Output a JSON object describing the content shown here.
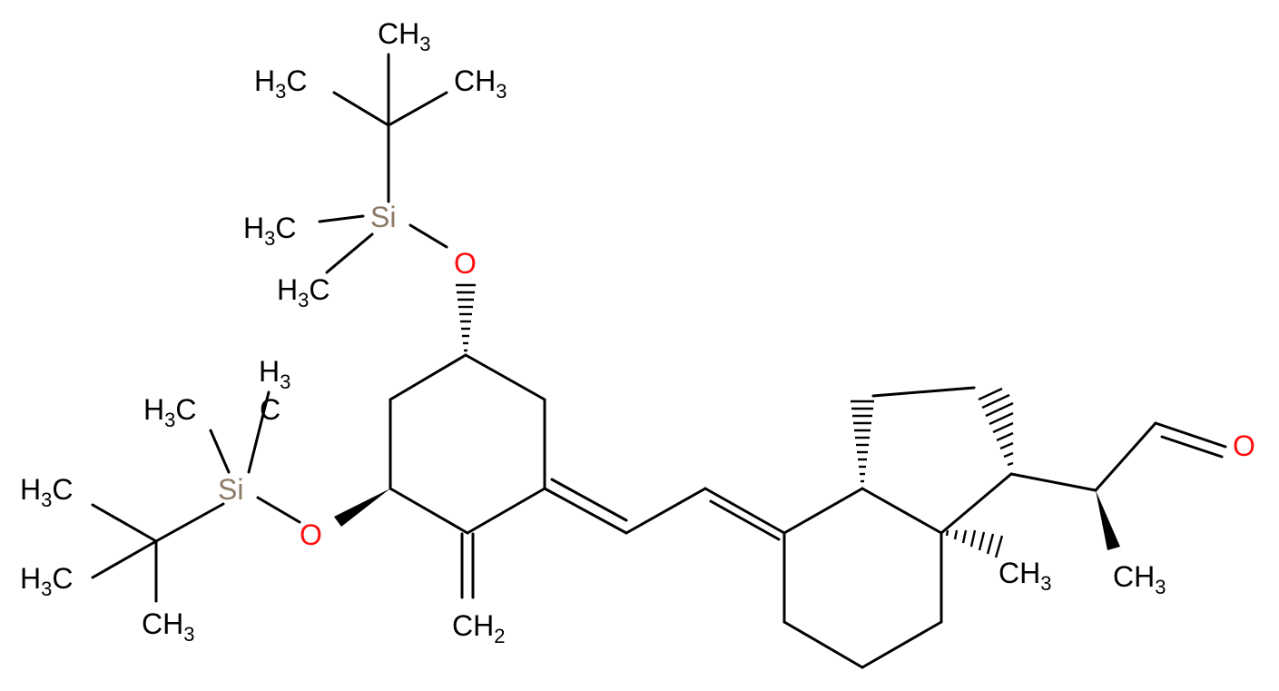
{
  "colors": {
    "bond": "#000000",
    "carbon_label": "#000000",
    "oxygen": "#ff0d0d",
    "silicon": "#8c7a66"
  },
  "atom_labels": {
    "tbs1_ch3_top": {
      "main": "CH",
      "sub": "3"
    },
    "tbs1_h3c_left": {
      "main": "H",
      "sub": "3",
      "tail": "C"
    },
    "tbs1_ch3_right": {
      "main": "CH",
      "sub": "3"
    },
    "si1": {
      "main": "Si"
    },
    "tbs1_si_me_a": {
      "main": "H",
      "sub": "3",
      "tail": "C"
    },
    "tbs1_si_me_b": {
      "main": "H",
      "sub": "3",
      "tail": "C"
    },
    "o1": {
      "main": "O"
    },
    "tbs2_h3_top": {
      "main": "H",
      "sub": "3"
    },
    "tbs2_si_me_a": {
      "main": "H",
      "sub": "3",
      "tail": "C"
    },
    "tbs2_c_top": {
      "main": "C"
    },
    "si2": {
      "main": "Si"
    },
    "tbs2_h3c_a": {
      "main": "H",
      "sub": "3",
      "tail": "C"
    },
    "tbs2_h3c_b": {
      "main": "H",
      "sub": "3",
      "tail": "C"
    },
    "tbs2_ch3_bottom": {
      "main": "CH",
      "sub": "3"
    },
    "o2": {
      "main": "O"
    },
    "methylene_ch2": {
      "main": "CH",
      "sub": "2"
    },
    "angular_ch3": {
      "main": "CH",
      "sub": "3"
    },
    "sidechain_ch3": {
      "main": "CH",
      "sub": "3"
    },
    "aldehyde_o": {
      "main": "O"
    }
  }
}
